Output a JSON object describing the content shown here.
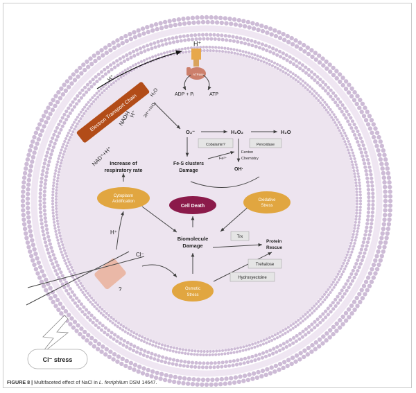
{
  "figure": {
    "caption_label": "FIGURE 8 |",
    "caption_text_before": " Multifaceted effect of NaCl in ",
    "caption_species": "L. ferriphilum",
    "caption_text_after": " DSM 14647."
  },
  "colors": {
    "membrane_dots": "#cdbbd6",
    "cytoplasm": "#ede4ef",
    "stress_node": "#e1a640",
    "cell_death": "#8b1a4a",
    "etc_bar": "#b24c18",
    "atpase_top": "#e7a84b",
    "atpase_bottom": "#cc7f6b",
    "enzyme_box": "#e5e5e5",
    "transporter": "#e9b09a"
  },
  "labels": {
    "etc": "Electron Transport Chain",
    "atpase": "ATPase",
    "h_plus": "H⁺",
    "nadh": "NADH",
    "nad_h": "NAD⁺+H⁺",
    "water_left": "H₂O",
    "proton_oxygen": "2H⁺+½O₂",
    "adp": "ADP + Pᵢ",
    "atp": "ATP",
    "superoxide": "O₂⁻",
    "h2o2": "H₂O₂",
    "water_right": "H₂O",
    "cobalamin": "Cobalamin?",
    "peroxidase": "Peroxidase",
    "fe_line1": "Fe-S clusters",
    "fe_line2": "Damage",
    "fe2": "Fe²⁺",
    "fenton_line1": "Fenton",
    "fenton_line2": "Chemistry",
    "hydroxyl": "OH·",
    "resp_line1": "Increase of",
    "resp_line2": "respiratory rate",
    "cyto_line1": "Cytoplasm",
    "cyto_line2": "Acidification",
    "cell_death": "Cell Death",
    "oxid_line1": "Oxidative",
    "oxid_line2": "Stress",
    "bio_line1": "Biomolecule",
    "bio_line2": "Damage",
    "trx": "Trx",
    "rescue_line1": "Protein",
    "rescue_line2": "Rescue",
    "trehalose": "Trehalose",
    "hydroxyectoine": "Hydroxyectoine",
    "osm_line1": "Osmotic",
    "osm_line2": "Stress",
    "chloride": "Cl⁻",
    "question": "?",
    "cl_stress": "Cl⁻ stress"
  }
}
